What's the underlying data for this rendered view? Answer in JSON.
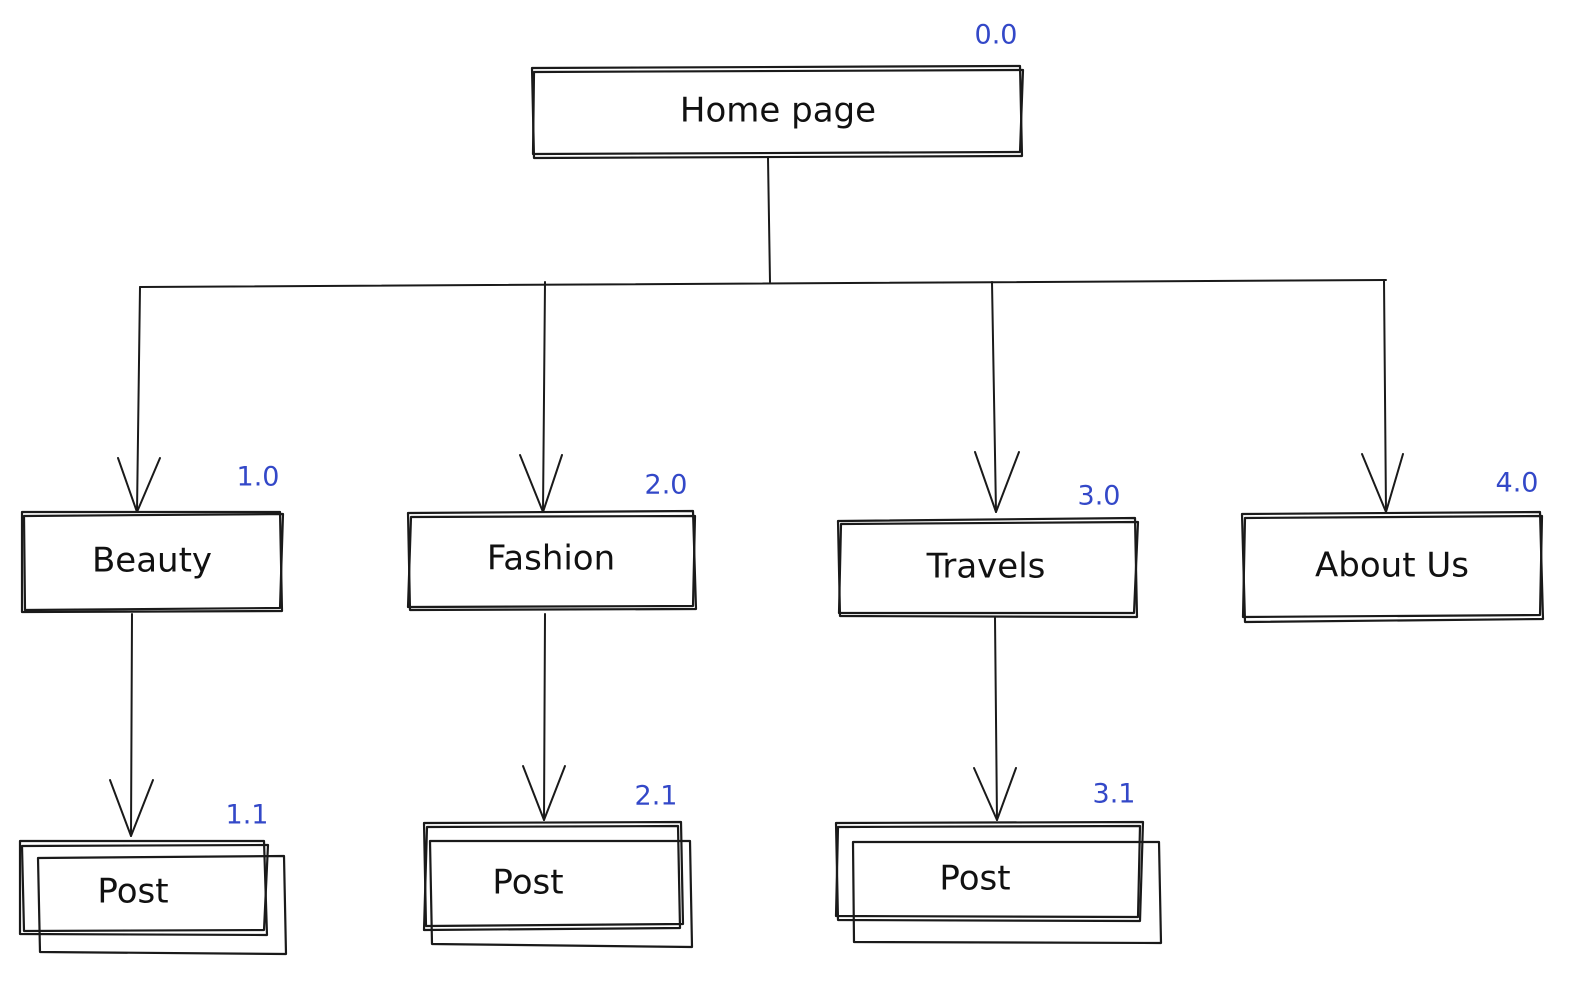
{
  "colors": {
    "stroke": "#1a1a1a",
    "text": "#111111",
    "number": "#3348c8"
  },
  "nodes": {
    "home": {
      "label": "Home page",
      "number": "0.0"
    },
    "beauty": {
      "label": "Beauty",
      "number": "1.0"
    },
    "fashion": {
      "label": "Fashion",
      "number": "2.0"
    },
    "travels": {
      "label": "Travels",
      "number": "3.0"
    },
    "about": {
      "label": "About Us",
      "number": "4.0"
    },
    "beauty_post": {
      "label": "Post",
      "number": "1.1"
    },
    "fashion_post": {
      "label": "Post",
      "number": "2.1"
    },
    "travels_post": {
      "label": "Post",
      "number": "3.1"
    }
  }
}
